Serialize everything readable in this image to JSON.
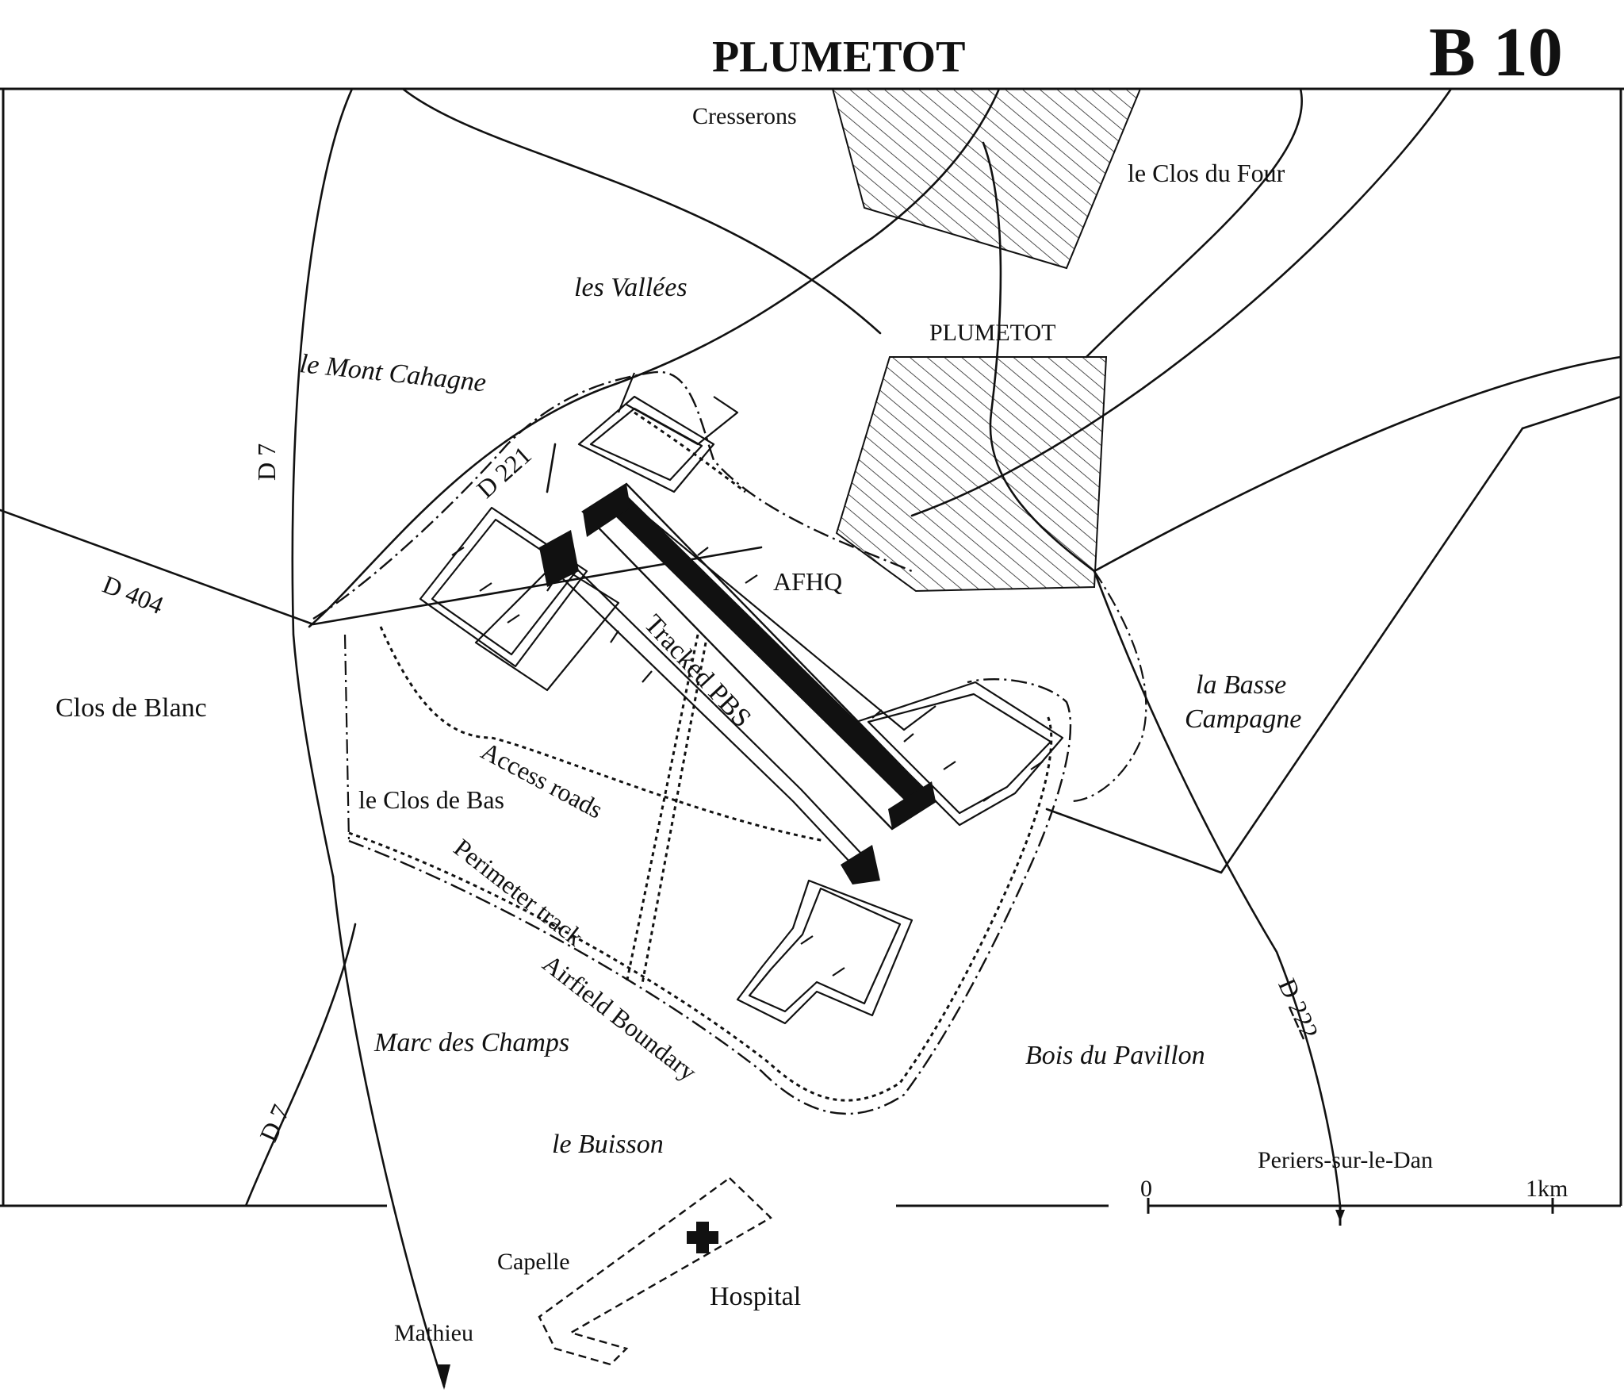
{
  "header": {
    "title": "PLUMETOT",
    "sheet": "B 10"
  },
  "places": {
    "cresserons": "Cresserons",
    "clos_du_four": "le Clos du Four",
    "les_vallees": "les Vallées",
    "plumetot": "PLUMETOT",
    "mont_cahagne": "le Mont Cahagne",
    "afhq": "AFHQ",
    "clos_de_blanc": "Clos de Blanc",
    "basse_campagne_1": "la Basse",
    "basse_campagne_2": "Campagne",
    "clos_de_bas": "le Clos de Bas",
    "marc_des_champs": "Marc des Champs",
    "bois_du_pavillon": "Bois du Pavillon",
    "le_buisson": "le Buisson",
    "periers": "Periers-sur-le-Dan",
    "capelle": "Capelle",
    "hospital": "Hospital",
    "mathieu": "Mathieu"
  },
  "roads": {
    "d7_north": "D 7",
    "d7_south": "D 7",
    "d221": "D 221",
    "d404": "D 404",
    "d222": "D 222"
  },
  "features": {
    "runway": "Tracked PBS",
    "access_roads": "Access roads",
    "perimeter_track": "Perimeter track",
    "airfield_boundary": "Airfield Boundary"
  },
  "scale": {
    "start": "0",
    "end": "1km"
  }
}
